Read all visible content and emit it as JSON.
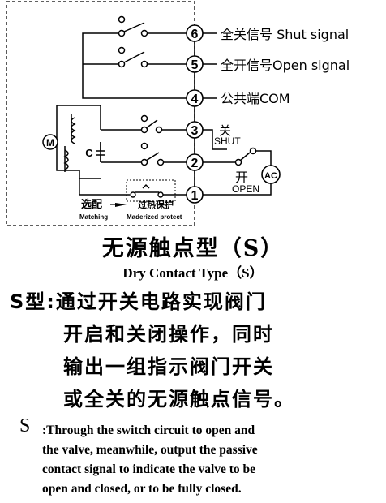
{
  "terminals": [
    {
      "num": "6",
      "label": "全关信号 Shut signal"
    },
    {
      "num": "5",
      "label": "全开信号Open signal"
    },
    {
      "num": "4",
      "label": "公共端COM"
    },
    {
      "num": "3",
      "label": "关"
    },
    {
      "num": "2",
      "label": ""
    },
    {
      "num": "1",
      "label": ""
    }
  ],
  "shut_label": "SHUT",
  "open_cn": "开",
  "open_label": "OPEN",
  "motor_label": "M",
  "capacitor_label": "C",
  "ac_label": "AC",
  "option_cn": "选配",
  "option_en": "Matching",
  "thermal_cn": "过热保护",
  "thermal_en": "Maderized protect",
  "title_cn": "无源触点型（S）",
  "title_en": "Dry Contact Type（S）",
  "desc_cn": [
    "S型:通过开关电路实现阀门",
    "开启和关闭操作，同时",
    "输出一组指示阀门开关",
    "或全关的无源触点信号。"
  ],
  "desc_en_prefix": "S",
  "desc_en": [
    ":Through the switch circuit to open and",
    "the valve, meanwhile, output the passive",
    "contact signal to indicate the valve to be",
    "open and closed, or to be fully closed."
  ]
}
